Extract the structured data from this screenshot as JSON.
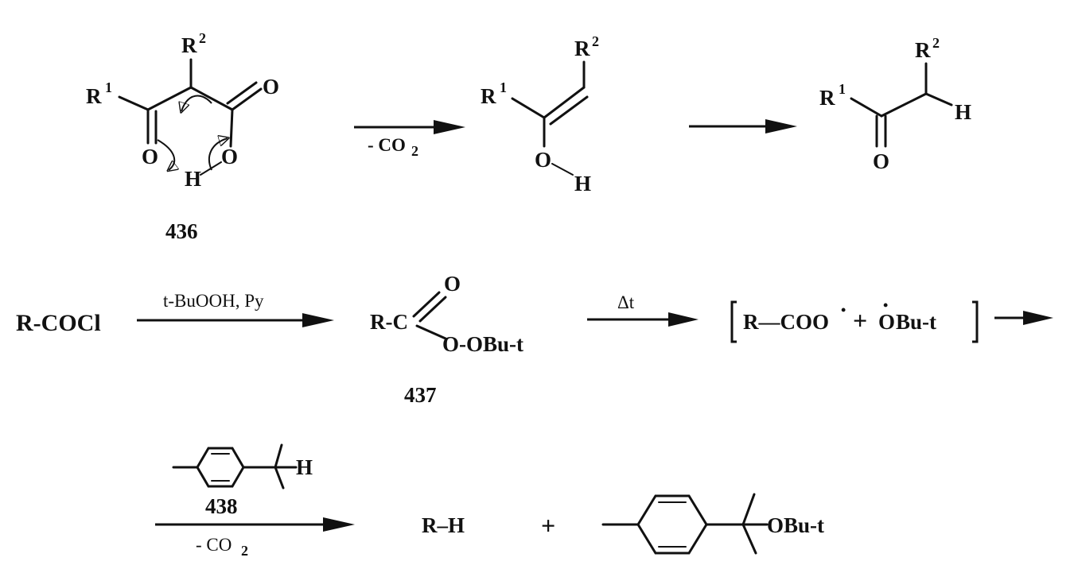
{
  "reaction1": {
    "compound_436": {
      "r1": "R",
      "r1_sup": "1",
      "r2": "R",
      "r2_sup": "2",
      "o_carbonyl": "O",
      "o_acid": "O",
      "o_hydroxyl": "O",
      "h": "H",
      "label": "436"
    },
    "arrow1_condition": "- CO",
    "arrow1_condition_sub": "2",
    "enol": {
      "r1": "R",
      "r1_sup": "1",
      "r2": "R",
      "r2_sup": "2",
      "o": "O",
      "h": "H"
    },
    "ketone": {
      "r1": "R",
      "r1_sup": "1",
      "r2": "R",
      "r2_sup": "2",
      "o": "O",
      "h": "H"
    }
  },
  "reaction2": {
    "reactant": "R-COCl",
    "arrow_condition": "t-BuOOH, Py",
    "perester": {
      "r_c": "R-C",
      "o_double": "O",
      "o_chain": "O-OBu-t",
      "label": "437"
    },
    "heat_condition": "Δt",
    "radicals": {
      "acyloxy": "R—COO",
      "plus": "+",
      "o_radical": "O",
      "tbutoxy_rest": "Bu-t",
      "radical_dot": "•"
    }
  },
  "reaction3": {
    "reagent_h": "H",
    "reagent_label": "438",
    "arrow_condition": "- CO",
    "arrow_condition_sub": "2",
    "product1": "R–H",
    "plus": "+",
    "product2_group": "OBu-t"
  }
}
